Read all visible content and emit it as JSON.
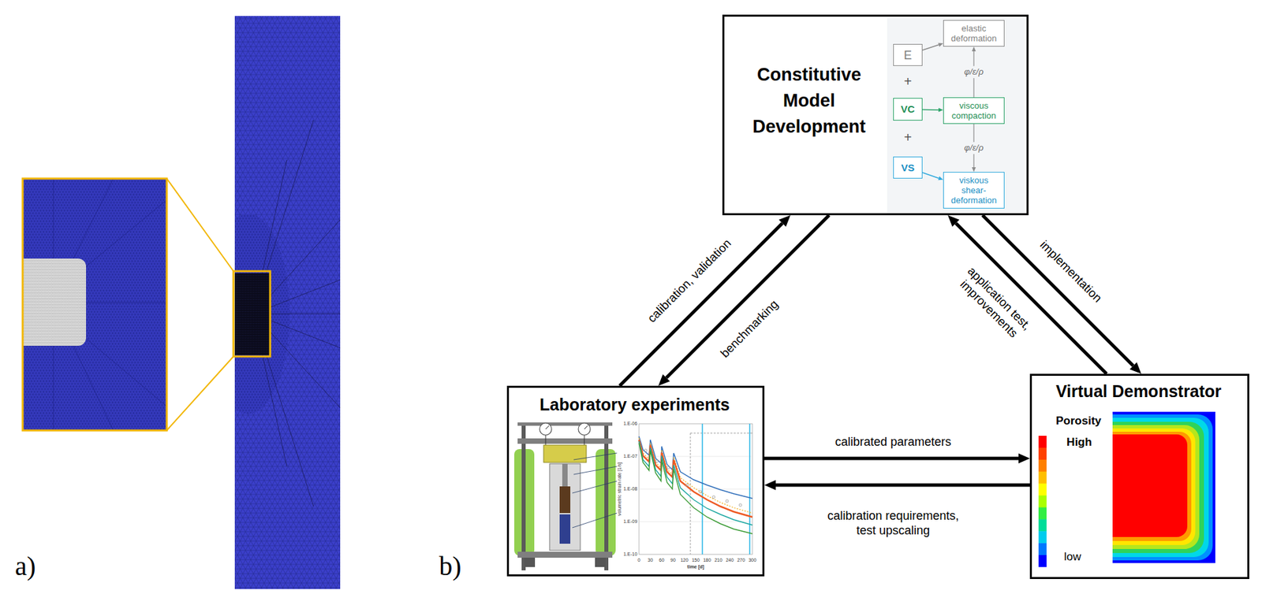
{
  "diagram": {
    "nodes": [
      {
        "text": [
          "Constitutive Model Development"
        ]
      },
      {
        "text": [
          "E"
        ],
        "in": 0
      },
      {
        "text": [
          "elastic deformation"
        ],
        "in": 0
      },
      {
        "text": [
          "VC"
        ],
        "in": 0
      },
      {
        "text": [
          "viscous compaction"
        ],
        "in": 0
      },
      {
        "text": [
          "VS"
        ],
        "in": 0
      },
      {
        "text": [
          "viskous shear-deformation"
        ],
        "in": 0
      },
      {
        "text": [
          "Laboratory experiments"
        ]
      },
      {
        "text": [
          "Virtual Demonstrator"
        ]
      }
    ],
    "edges": [
      {
        "from": 1,
        "to": 2,
        "arrow": "to"
      },
      {
        "from": 3,
        "to": 4,
        "arrow": "to"
      },
      {
        "from": 5,
        "to": 6,
        "arrow": "to"
      },
      {
        "from": 4,
        "to": 2,
        "label": "φ/ε/ρ",
        "arrow": "to"
      },
      {
        "from": 4,
        "to": 6,
        "label": "φ/ε/ρ",
        "arrow": "to"
      },
      {
        "from": 7,
        "to": 0,
        "label": "calibration, validation",
        "arrow": "to"
      },
      {
        "from": 0,
        "to": 7,
        "label": "benchmarking",
        "arrow": "to"
      },
      {
        "from": 0,
        "to": 8,
        "label": "implementation",
        "arrow": "to"
      },
      {
        "from": 8,
        "to": 0,
        "label": "application test, improvements",
        "arrow": "to"
      },
      {
        "from": 7,
        "to": 8,
        "label": "calibrated parameters",
        "arrow": "to"
      },
      {
        "from": 8,
        "to": 7,
        "label": "calibration requirements, test upscaling",
        "arrow": "to"
      }
    ],
    "labels": [
      "a)",
      "b)",
      "+",
      "+",
      "volumetric strain rate [1/s]",
      "1.E-06",
      "1.E-07",
      "1.E-08",
      "1.E-09",
      "1.E-10",
      "0",
      "30",
      "60",
      "90",
      "120",
      "150",
      "180",
      "210",
      "240",
      "270",
      "300",
      "time [d]",
      "Porosity"
    ],
    "legend": [
      {
        "text": "High",
        "color": "#ff0000"
      },
      {
        "text": "low",
        "color": "#0000ff"
      }
    ]
  }
}
